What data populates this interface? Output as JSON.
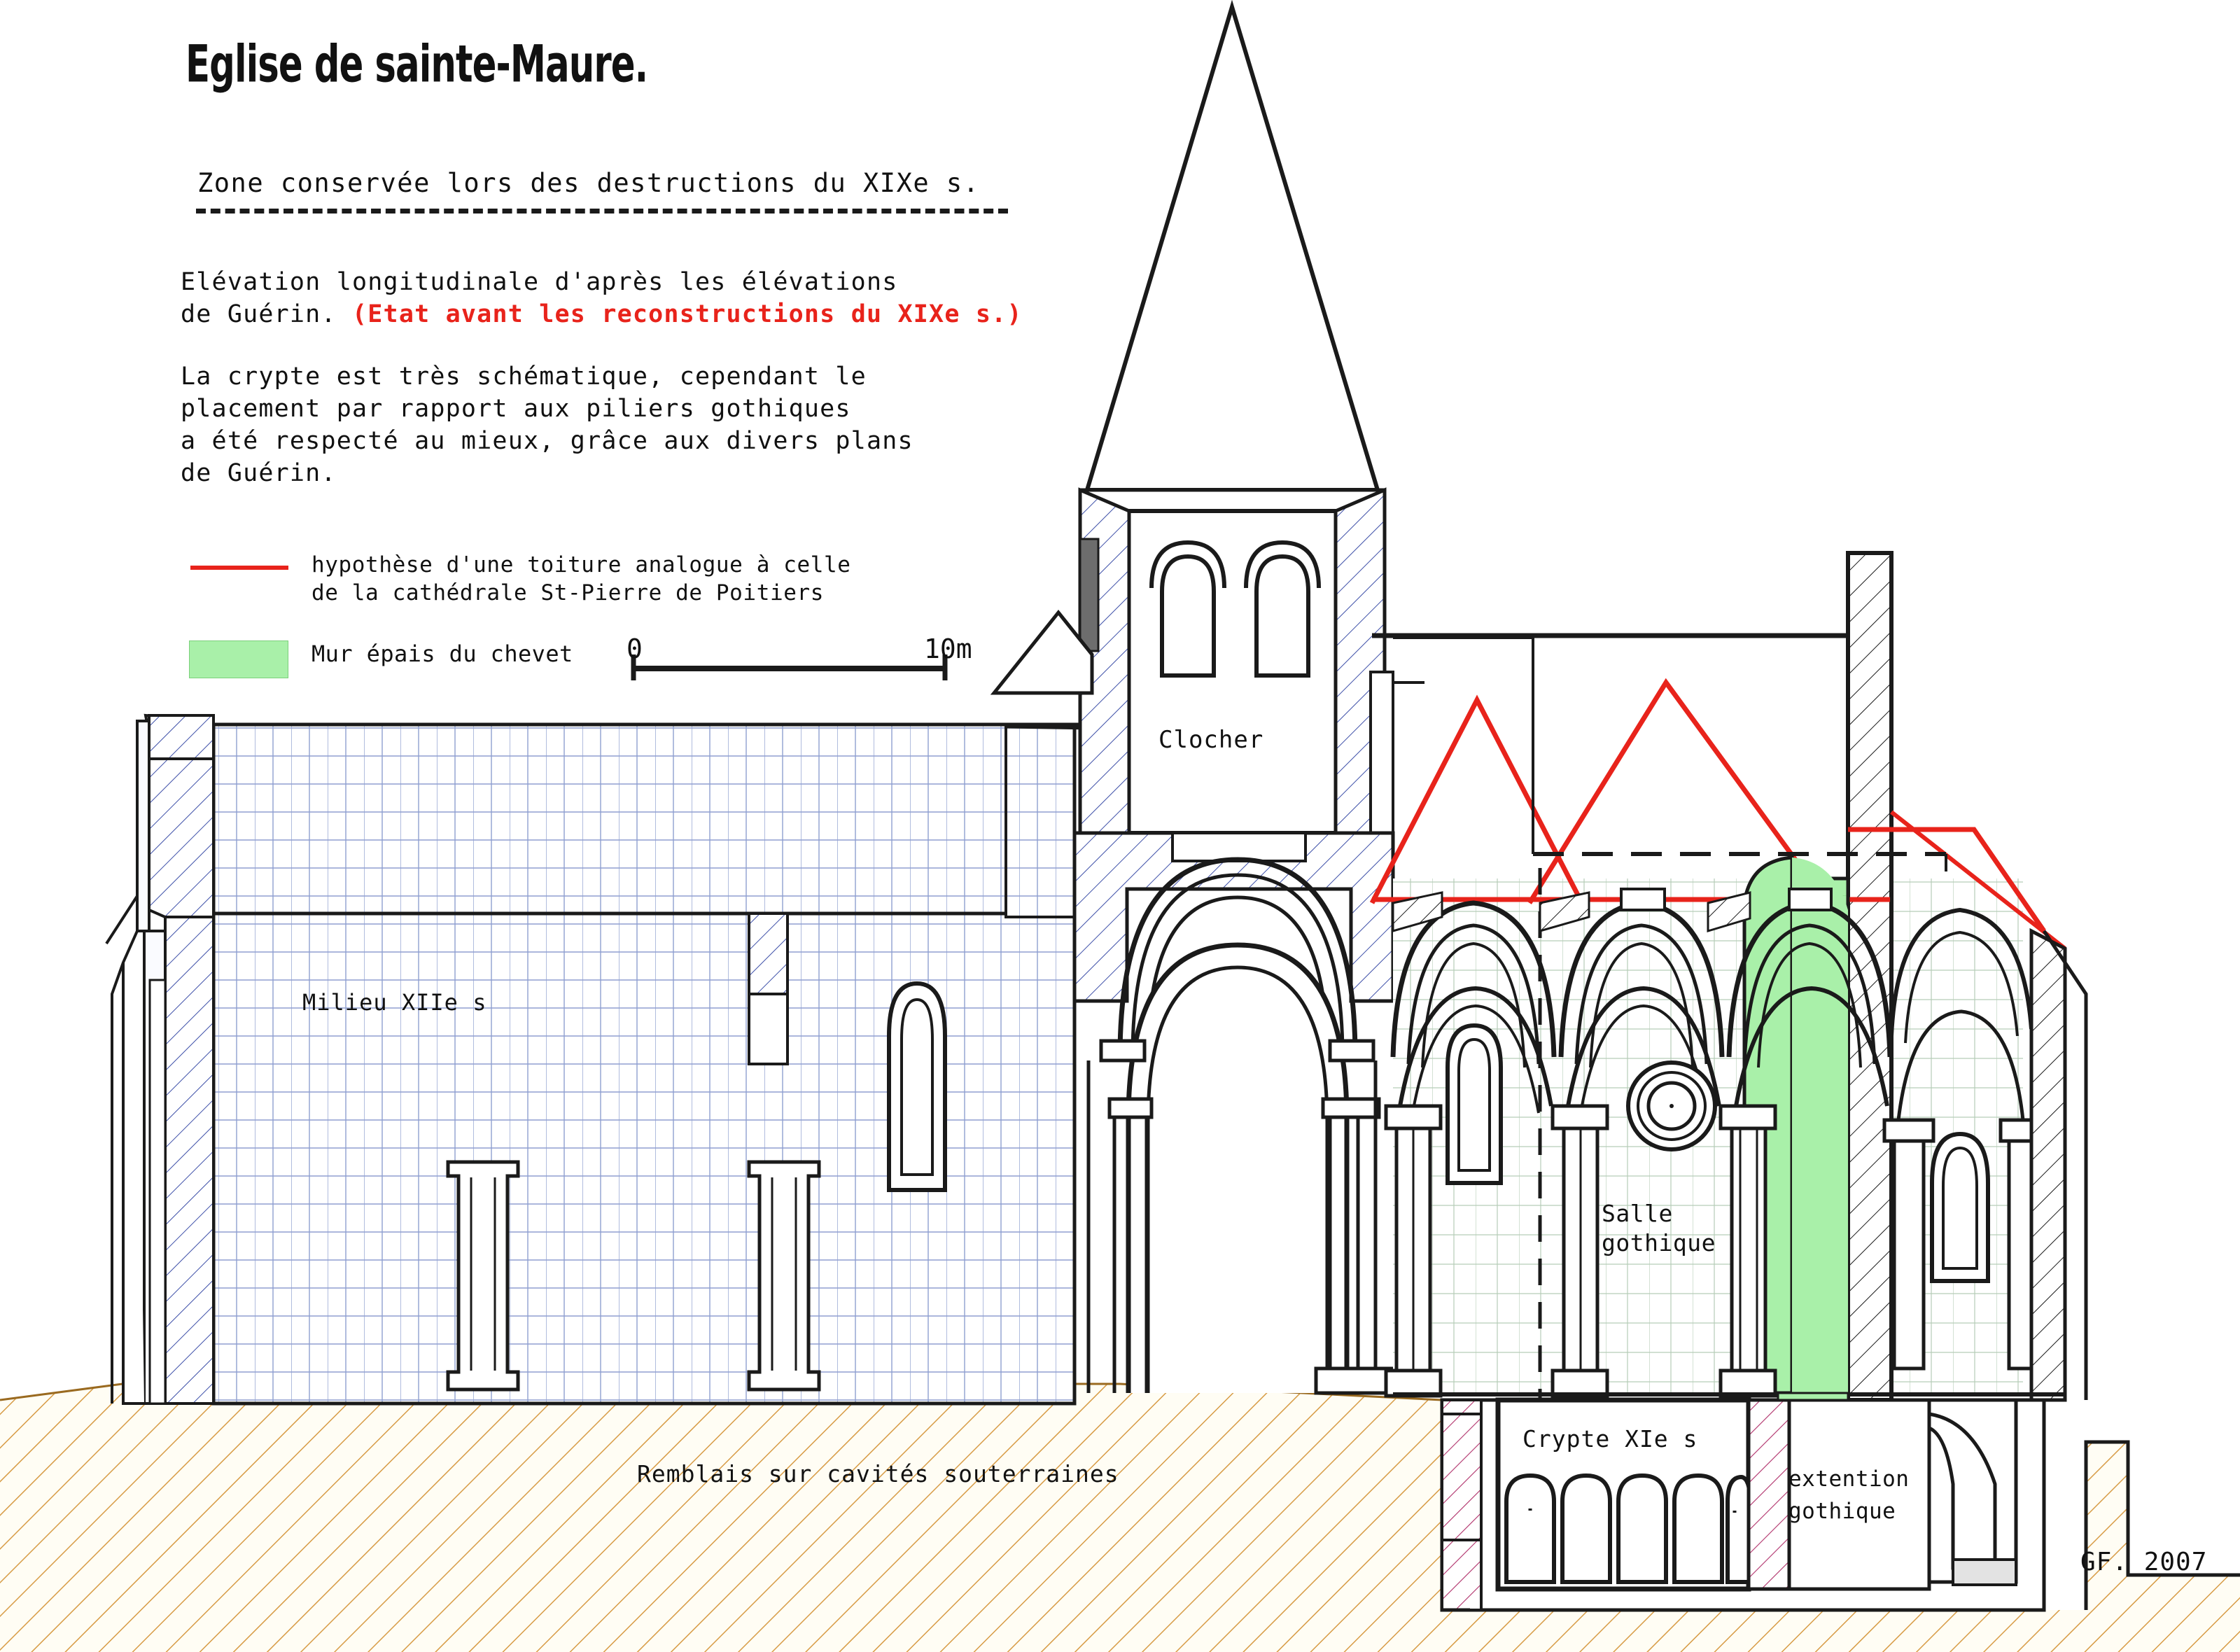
{
  "meta": {
    "title": "Eglise de sainte-Maure.",
    "subtitle": "Zone conservée lors des destructions du XIXe s.",
    "signature": "GF. 2007"
  },
  "notes": {
    "para1_black": "Elévation longitudinale d'après les élévations\nde Guérin. ",
    "para1_red": "(Etat avant les reconstructions du XIXe s.)",
    "para2": "La crypte est très schématique, cependant le\nplacement par rapport aux piliers gothiques\na été respecté au mieux, grâce aux divers plans\nde Guérin."
  },
  "legend": {
    "roof_hypothesis": "hypothèse d'une toiture analogue à celle\nde la cathédrale St-Pierre de Poitiers",
    "thick_wall": "Mur épais du chevet",
    "roof_color": "#e8231b",
    "wall_color": "#a9f0a9"
  },
  "scale": {
    "start": "0",
    "end": "10m"
  },
  "labels": {
    "clocher": "Clocher",
    "milieu_xiie": "Milieu XIIe s",
    "salle_gothique": "Salle\ngothique",
    "crypte": "Crypte XIe s",
    "extention_gothique": "extention\ngothique",
    "remblais": "Remblais sur cavités souterraines"
  },
  "colors": {
    "ink": "#111111",
    "masonry_grid": "#8f9fd0",
    "hatch_blue": "#3d4fa8",
    "hatch_magenta": "#b0306a",
    "ground_hatch": "#d79b45",
    "red": "#e8231b",
    "green_fill": "#a9f0a9",
    "green_stroke": "#59bf59"
  }
}
